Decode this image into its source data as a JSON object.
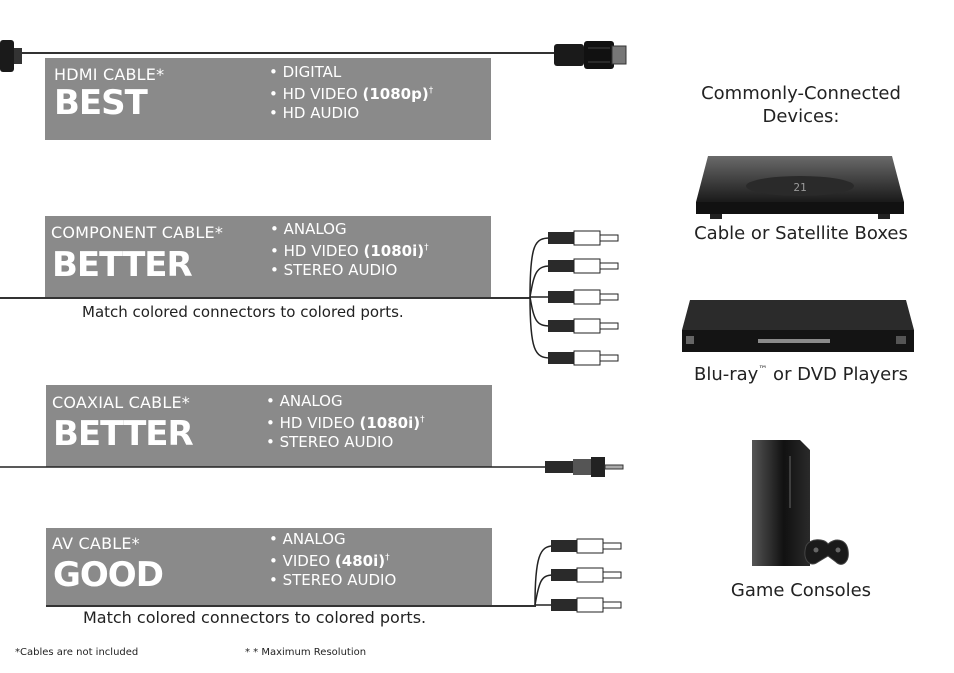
{
  "cables": [
    {
      "name": "HDMI CABLE*",
      "rating": "BEST",
      "features": [
        {
          "text": "• DIGITAL"
        },
        {
          "text": "• HD VIDEO ",
          "bold": "(1080p)",
          "sup": "†"
        },
        {
          "text": "• HD AUDIO"
        }
      ]
    },
    {
      "name": "COMPONENT CABLE*",
      "rating": "BETTER",
      "features": [
        {
          "text": "• ANALOG"
        },
        {
          "text": "• HD VIDEO ",
          "bold": "(1080i)",
          "sup": "†"
        },
        {
          "text": "• STEREO AUDIO"
        }
      ],
      "note": "Match colored connectors to colored ports."
    },
    {
      "name": "COAXIAL CABLE*",
      "rating": "BETTER",
      "features": [
        {
          "text": "• ANALOG"
        },
        {
          "text": "• HD VIDEO ",
          "bold": "(1080i)",
          "sup": "†"
        },
        {
          "text": "• STEREO AUDIO"
        }
      ]
    },
    {
      "name": "AV CABLE*",
      "rating": "GOOD",
      "features": [
        {
          "text": "• ANALOG"
        },
        {
          "text": "• VIDEO ",
          "bold": "(480i)",
          "sup": "†"
        },
        {
          "text": "• STEREO AUDIO"
        }
      ],
      "note": "Match colored connectors to colored ports."
    }
  ],
  "devices": {
    "heading": "Commonly-Connected Devices:",
    "items": [
      {
        "label": "Cable or Satellite Boxes",
        "display": "21"
      },
      {
        "label": "Blu-ray",
        "tm": "™",
        "label_rest": " or DVD Players"
      },
      {
        "label": "Game Consoles"
      }
    ]
  },
  "footnotes": {
    "cables": "*Cables are not included",
    "resolution": "* * Maximum Resolution"
  },
  "colors": {
    "panel": "#8a8a8a",
    "panel_text": "#ffffff",
    "line": "#333333"
  }
}
